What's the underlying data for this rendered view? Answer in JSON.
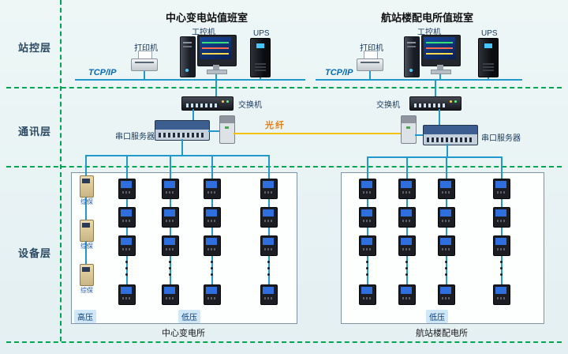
{
  "layers": {
    "station": "站控层",
    "comm": "通讯层",
    "device": "设备层"
  },
  "stations": {
    "left": {
      "title": "中心变电站值班室",
      "printer_label": "打印机",
      "pc_label": "工控机",
      "ups_label": "UPS",
      "tcpip_label": "TCP/IP"
    },
    "right": {
      "title": "航站楼配电所值班室",
      "printer_label": "打印机",
      "pc_label": "工控机",
      "ups_label": "UPS",
      "tcpip_label": "TCP/IP"
    }
  },
  "comm": {
    "left_switch_label": "交换机",
    "right_switch_label": "交换机",
    "left_serial_label": "串口服务器",
    "right_serial_label": "串口服务器",
    "fiber_label": "光纤"
  },
  "device_layer": {
    "left_box": {
      "hv_label": "高压",
      "lv_label": "低压",
      "caption": "中心变电所",
      "protection_label": "综保"
    },
    "right_box": {
      "lv_label": "低压",
      "caption": "航站楼配电所"
    }
  },
  "colors": {
    "background": "#e9f4f3",
    "bus_line": "#2299cc",
    "separator_dash": "#00a651",
    "fiber_line": "#f2c20e",
    "fiber_text": "#e87d12",
    "device_label_text": "#16365c",
    "tcpip_text": "#0a6ab6"
  }
}
